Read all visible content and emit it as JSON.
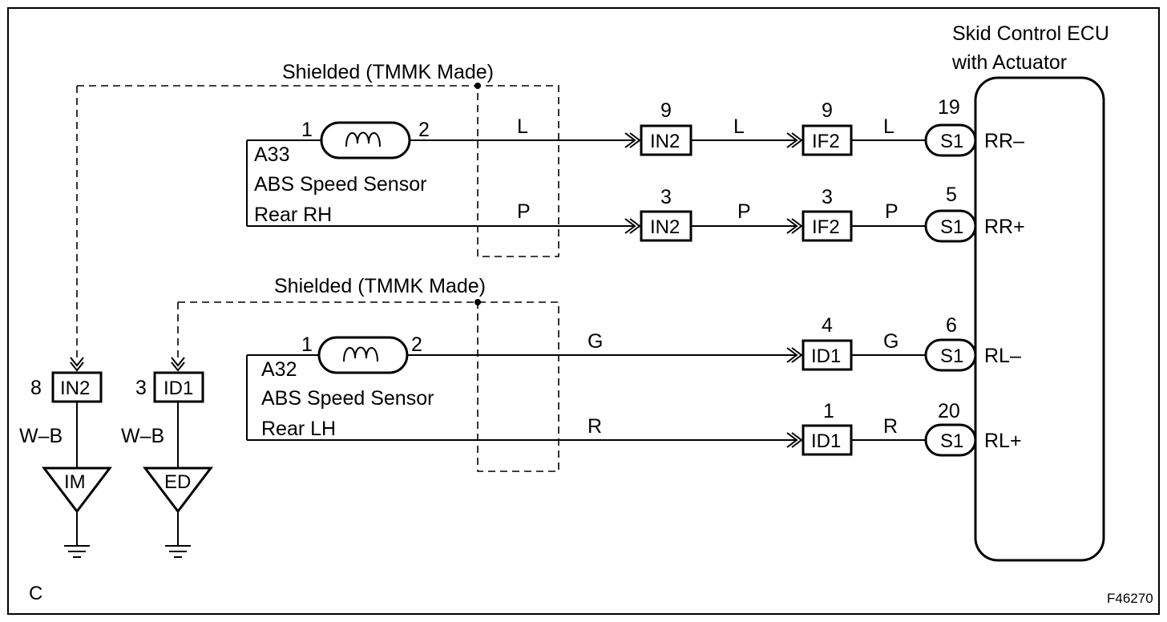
{
  "ecu": {
    "title_line1": "Skid Control ECU",
    "title_line2": "with Actuator"
  },
  "shields": [
    {
      "label": "Shielded (TMMK Made)"
    },
    {
      "label": "Shielded (TMMK Made)"
    }
  ],
  "sensors": [
    {
      "code": "A33",
      "name": "ABS Speed Sensor",
      "position": "Rear RH",
      "pin_left": "1",
      "pin_right": "2"
    },
    {
      "code": "A32",
      "name": "ABS Speed Sensor",
      "position": "Rear LH",
      "pin_left": "1",
      "pin_right": "2"
    }
  ],
  "circuits": [
    {
      "wire1": "L",
      "c1_pin": "9",
      "c1": "IN2",
      "wire2": "L",
      "c2_pin": "9",
      "c2": "IF2",
      "wire3": "L",
      "ecu_pin": "19",
      "ecu_conn": "S1",
      "ecu_term": "RR–"
    },
    {
      "wire1": "P",
      "c1_pin": "3",
      "c1": "IN2",
      "wire2": "P",
      "c2_pin": "3",
      "c2": "IF2",
      "wire3": "P",
      "ecu_pin": "5",
      "ecu_conn": "S1",
      "ecu_term": "RR+"
    },
    {
      "wire1": "G",
      "c2_pin": "4",
      "c2": "ID1",
      "wire3": "G",
      "ecu_pin": "6",
      "ecu_conn": "S1",
      "ecu_term": "RL–"
    },
    {
      "wire1": "R",
      "c2_pin": "1",
      "c2": "ID1",
      "wire3": "R",
      "ecu_pin": "20",
      "ecu_conn": "S1",
      "ecu_term": "RL+"
    }
  ],
  "grounds": [
    {
      "pin": "8",
      "conn": "IN2",
      "wire": "W–B",
      "point": "IM"
    },
    {
      "pin": "3",
      "conn": "ID1",
      "wire": "W–B",
      "point": "ED"
    }
  ],
  "corner_letter": "C",
  "figure_id": "F46270"
}
